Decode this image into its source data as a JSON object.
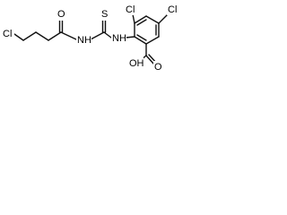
{
  "molecule": {
    "atoms": {
      "cl_chain": "Cl",
      "o_carbonyl": "O",
      "n_amide": "NH",
      "s_thio": "S",
      "n_aryl": "NH",
      "cl_ring_left": "Cl",
      "cl_ring_right": "Cl",
      "oh_acid": "OH",
      "o_acid": "O"
    }
  }
}
